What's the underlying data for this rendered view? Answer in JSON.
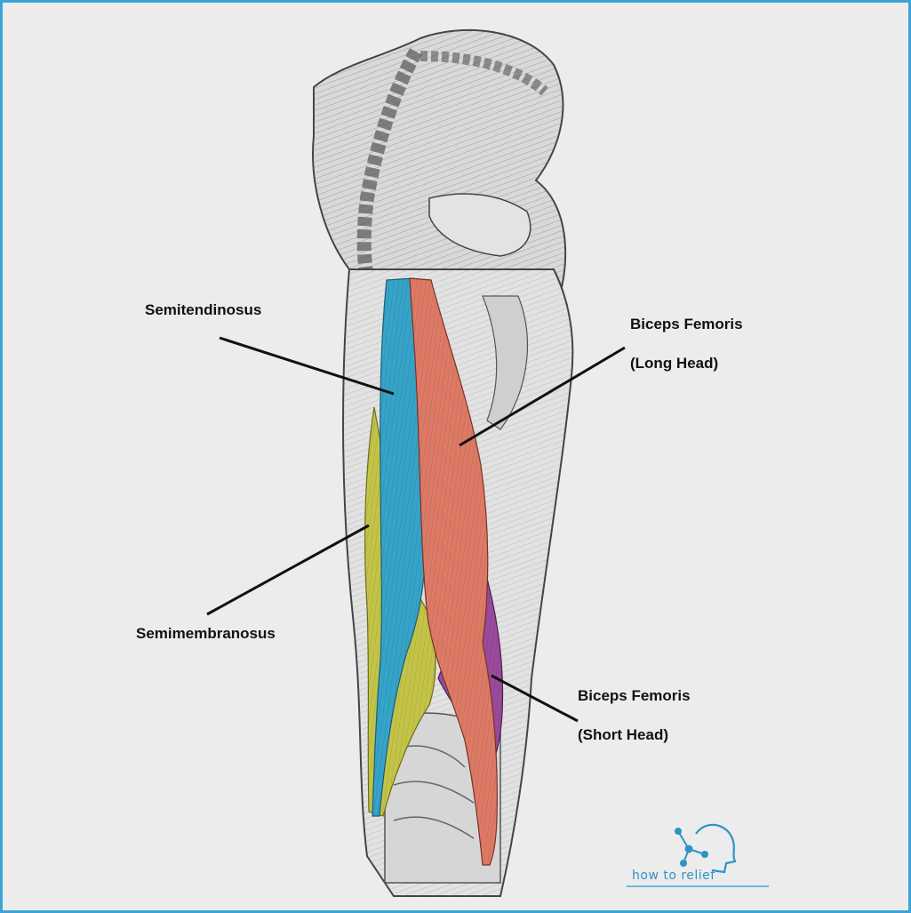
{
  "labels": {
    "semitendinosus": "Semitendinosus",
    "semimembranosus": "Semimembranosus",
    "biceps_long_line1": "Biceps Femoris",
    "biceps_long_line2": "(Long Head)",
    "biceps_short_line1": "Biceps Femoris",
    "biceps_short_line2": "(Short Head)"
  },
  "watermark": {
    "text": "how to relief",
    "icon": "head-network-logo-icon"
  },
  "colors": {
    "background": "#ececec",
    "frame_border": "#3ba3d8",
    "semitendinosus": "#36a3c8",
    "semimembranosus": "#c3c447",
    "biceps_long": "#dd7a66",
    "biceps_short": "#9a4a9c",
    "leader_line": "#111111",
    "brand": "#2f93c8"
  }
}
